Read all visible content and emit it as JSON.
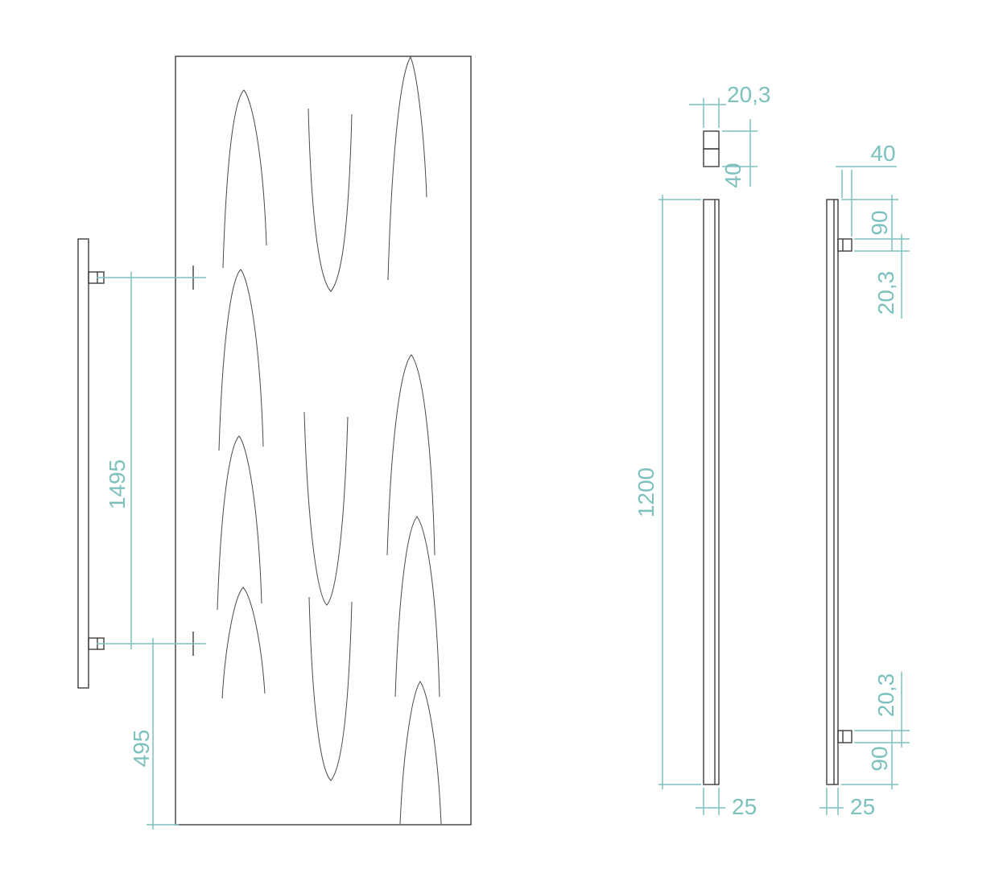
{
  "drawing": {
    "background": "#ffffff",
    "colors": {
      "dimension": "#7dc1bf",
      "outline": "#3d3d3d"
    },
    "views": {
      "front": {
        "dim_mount_spacing": "1495",
        "dim_bottom_offset": "495"
      },
      "side": {
        "dim_bracket_depth": "20,3",
        "dim_bracket_height": "40",
        "dim_height": "1200",
        "dim_depth": "25"
      },
      "profile": {
        "dim_top_width": "40",
        "dim_top_offset": "90",
        "dim_top_bracket_height": "20,3",
        "dim_bottom_bracket_height": "20,3",
        "dim_bottom_offset": "90",
        "dim_depth": "25"
      }
    }
  }
}
